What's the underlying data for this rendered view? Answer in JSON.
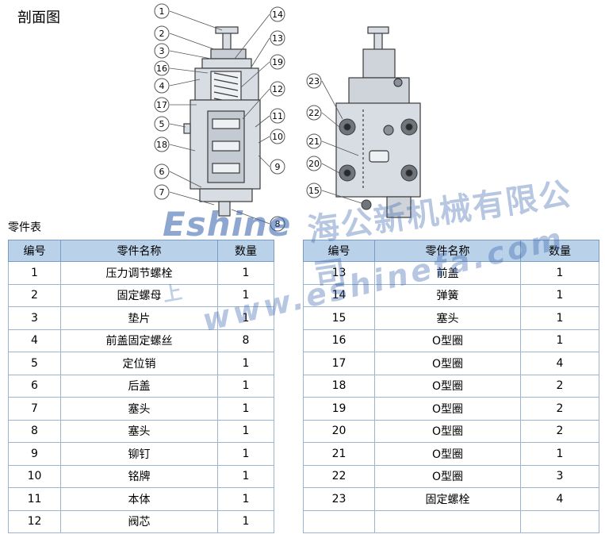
{
  "title": "剖面图",
  "parts_heading": "零件表",
  "watermark": {
    "brand": "Eshine",
    "company": "海公新机械有限公司",
    "site": "www.eshinefa.com",
    "prefix": "上"
  },
  "callouts_left": [
    "1",
    "2",
    "3",
    "16",
    "4",
    "17",
    "5",
    "18",
    "6",
    "7",
    "14",
    "13",
    "19",
    "12",
    "11",
    "10",
    "9",
    "8"
  ],
  "callouts_right": [
    "23",
    "22",
    "21",
    "20",
    "15"
  ],
  "table": {
    "headers": [
      "编号",
      "零件名称",
      "数量"
    ],
    "left_rows": [
      [
        "1",
        "压力调节螺栓",
        "1"
      ],
      [
        "2",
        "固定螺母",
        "1"
      ],
      [
        "3",
        "垫片",
        "1"
      ],
      [
        "4",
        "前盖固定螺丝",
        "8"
      ],
      [
        "5",
        "定位销",
        "1"
      ],
      [
        "6",
        "后盖",
        "1"
      ],
      [
        "7",
        "塞头",
        "1"
      ],
      [
        "8",
        "塞头",
        "1"
      ],
      [
        "9",
        "铆钉",
        "1"
      ],
      [
        "10",
        "铭牌",
        "1"
      ],
      [
        "11",
        "本体",
        "1"
      ],
      [
        "12",
        "阀芯",
        "1"
      ]
    ],
    "right_rows": [
      [
        "13",
        "前盖",
        "1"
      ],
      [
        "14",
        "弹簧",
        "1"
      ],
      [
        "15",
        "塞头",
        "1"
      ],
      [
        "16",
        "O型圈",
        "1"
      ],
      [
        "17",
        "O型圈",
        "4"
      ],
      [
        "18",
        "O型圈",
        "2"
      ],
      [
        "19",
        "O型圈",
        "2"
      ],
      [
        "20",
        "O型圈",
        "2"
      ],
      [
        "21",
        "O型圈",
        "1"
      ],
      [
        "22",
        "O型圈",
        "3"
      ],
      [
        "23",
        "固定螺栓",
        "4"
      ],
      [
        "",
        "",
        " "
      ]
    ]
  },
  "colors": {
    "header_bg": "#b9d2ea",
    "body_fill": "#d8dde3",
    "stroke": "#3a3a3a"
  }
}
